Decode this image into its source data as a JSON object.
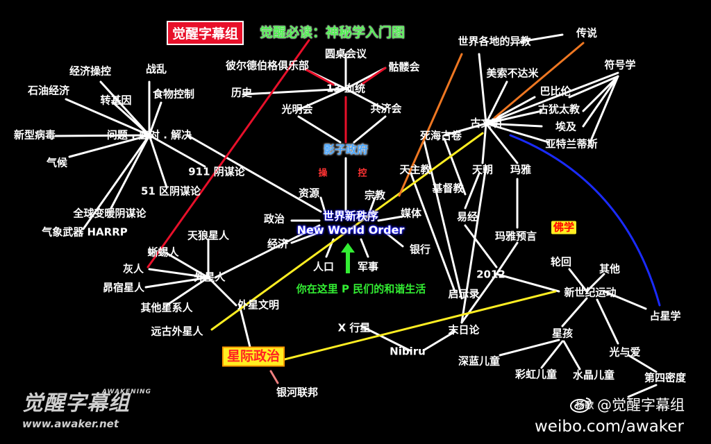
{
  "title": {
    "brand": "觉醒字幕组",
    "subtitle": "觉醒必读：神秘学入门图"
  },
  "center": {
    "line1": "世界新秩序",
    "line2": "New World Order"
  },
  "shadow_government": "影子政府",
  "manipulate": {
    "a": "操",
    "b": "控"
  },
  "thirteen_bloodlines": "13 血统",
  "you_are_here": "你在这里 P 民们的和谐生活",
  "interstellar_politics": "星际政治",
  "buddhism": "佛学",
  "nodes": {
    "round_table": "圆桌会议",
    "bilderberg": "彼尔德伯格俱乐部",
    "skull_bones": "骷髅会",
    "history": "历史",
    "illuminati": "光明会",
    "freemasons": "共济会",
    "problem_reaction_solution": "问题 . 应对 . 解决",
    "economic_control": "经济操控",
    "war": "战乱",
    "petroleum_economy": "石油经济",
    "gmo": "转基因",
    "food_control": "食物控制",
    "new_virus": "新型病毒",
    "climate": "气候",
    "911": "911 阴谋论",
    "area51": "51 区阴谋论",
    "global_warming": "全球变暖阴谋论",
    "haarp": "气象武器 HARRP",
    "resources": "资源",
    "religion": "宗教",
    "politics": "政治",
    "economy": "经济",
    "population": "人口",
    "military": "军事",
    "media": "媒体",
    "banks": "银行",
    "sirians": "天狼星人",
    "reptilians": "蜥蜴人",
    "greys": "灰人",
    "pleiadians": "昴宿星人",
    "other_star_systems": "其他星系人",
    "aliens": "外星人",
    "alien_civilization": "外星文明",
    "ancient_aliens": "远古外星人",
    "galactic_federation": "银河联邦",
    "planet_x": "X 行星",
    "nibiru": "Nibiru",
    "doomsday": "末日论",
    "dead_sea_scrolls": "死海古卷",
    "catholicism": "天主教",
    "christianity": "基督教",
    "apocrypha": "天朝",
    "i_ching": "易经",
    "revelation": "启示录",
    "year_2012": "2012",
    "maya": "玛雅",
    "maya_prophecy": "玛雅预言",
    "ancient_civilization": "古文明",
    "world_myths": "世界各地的异教",
    "legends": "传说",
    "mesopotamia": "美索不达米",
    "symbology": "符号学",
    "babylon": "巴比伦",
    "ancient_judaism": "古犹太教",
    "egypt": "埃及",
    "atlantis": "亚特兰蒂斯",
    "reincarnation": "轮回",
    "others": "其他",
    "new_age": "新世纪运动",
    "astrology": "占星学",
    "star_children": "星孩",
    "indigo_children": "深蓝儿童",
    "rainbow_children": "彩虹儿童",
    "crystal_children": "水晶儿童",
    "light_love": "光与爱",
    "fourth_density": "第四密度",
    "yang_ge": "扬歌"
  },
  "logo": {
    "text": "觉醒字幕组",
    "tag": "AWAKENING",
    "url": "www.awaker.net"
  },
  "weibo": {
    "handle": "@觉醒字幕组",
    "url": "weibo.com/awaker"
  },
  "colors": {
    "red_line": "#e8102a",
    "yellow_line": "#ffee22",
    "orange_line": "#ee7722",
    "blue_line": "#1a2bff",
    "pink_line": "#f08080"
  }
}
